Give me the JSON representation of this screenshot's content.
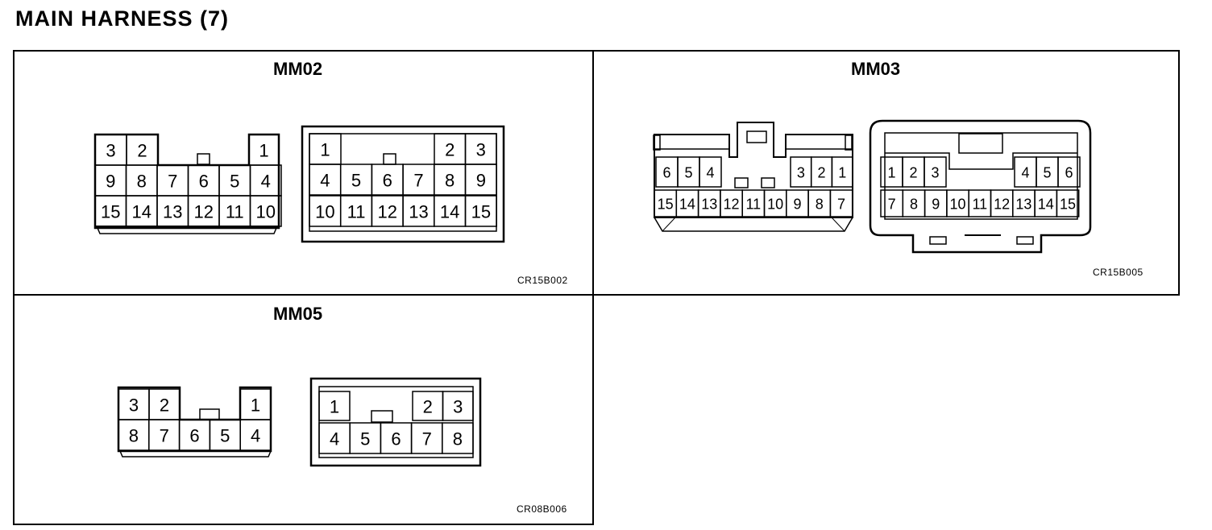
{
  "page_title": "MAIN HARNESS (7)",
  "panels": {
    "mm02": {
      "title": "MM02",
      "code": "CR15B002",
      "male": {
        "row1_left": [
          "3",
          "2"
        ],
        "row1_right": [
          "1"
        ],
        "row2": [
          "9",
          "8",
          "7",
          "6",
          "5",
          "4"
        ],
        "row3": [
          "15",
          "14",
          "13",
          "12",
          "11",
          "10"
        ]
      },
      "female": {
        "row1_left": [
          "1"
        ],
        "row1_right": [
          "2",
          "3"
        ],
        "row2": [
          "4",
          "5",
          "6",
          "7",
          "8",
          "9"
        ],
        "row3": [
          "10",
          "11",
          "12",
          "13",
          "14",
          "15"
        ]
      }
    },
    "mm03": {
      "title": "MM03",
      "code": "CR15B005",
      "male": {
        "row1_left": [
          "6",
          "5",
          "4"
        ],
        "row1_right": [
          "3",
          "2",
          "1"
        ],
        "row2": [
          "15",
          "14",
          "13",
          "12",
          "11",
          "10",
          "9",
          "8",
          "7"
        ]
      },
      "female": {
        "row1_left": [
          "1",
          "2",
          "3"
        ],
        "row1_right": [
          "4",
          "5",
          "6"
        ],
        "row2": [
          "7",
          "8",
          "9",
          "10",
          "11",
          "12",
          "13",
          "14",
          "15"
        ]
      }
    },
    "mm05": {
      "title": "MM05",
      "code": "CR08B006",
      "male": {
        "row1_left": [
          "3",
          "2"
        ],
        "row1_right": [
          "1"
        ],
        "row2": [
          "8",
          "7",
          "6",
          "5",
          "4"
        ]
      },
      "female": {
        "row1_left": [
          "1"
        ],
        "row1_right": [
          "2",
          "3"
        ],
        "row2": [
          "4",
          "5",
          "6",
          "7",
          "8"
        ]
      }
    }
  }
}
